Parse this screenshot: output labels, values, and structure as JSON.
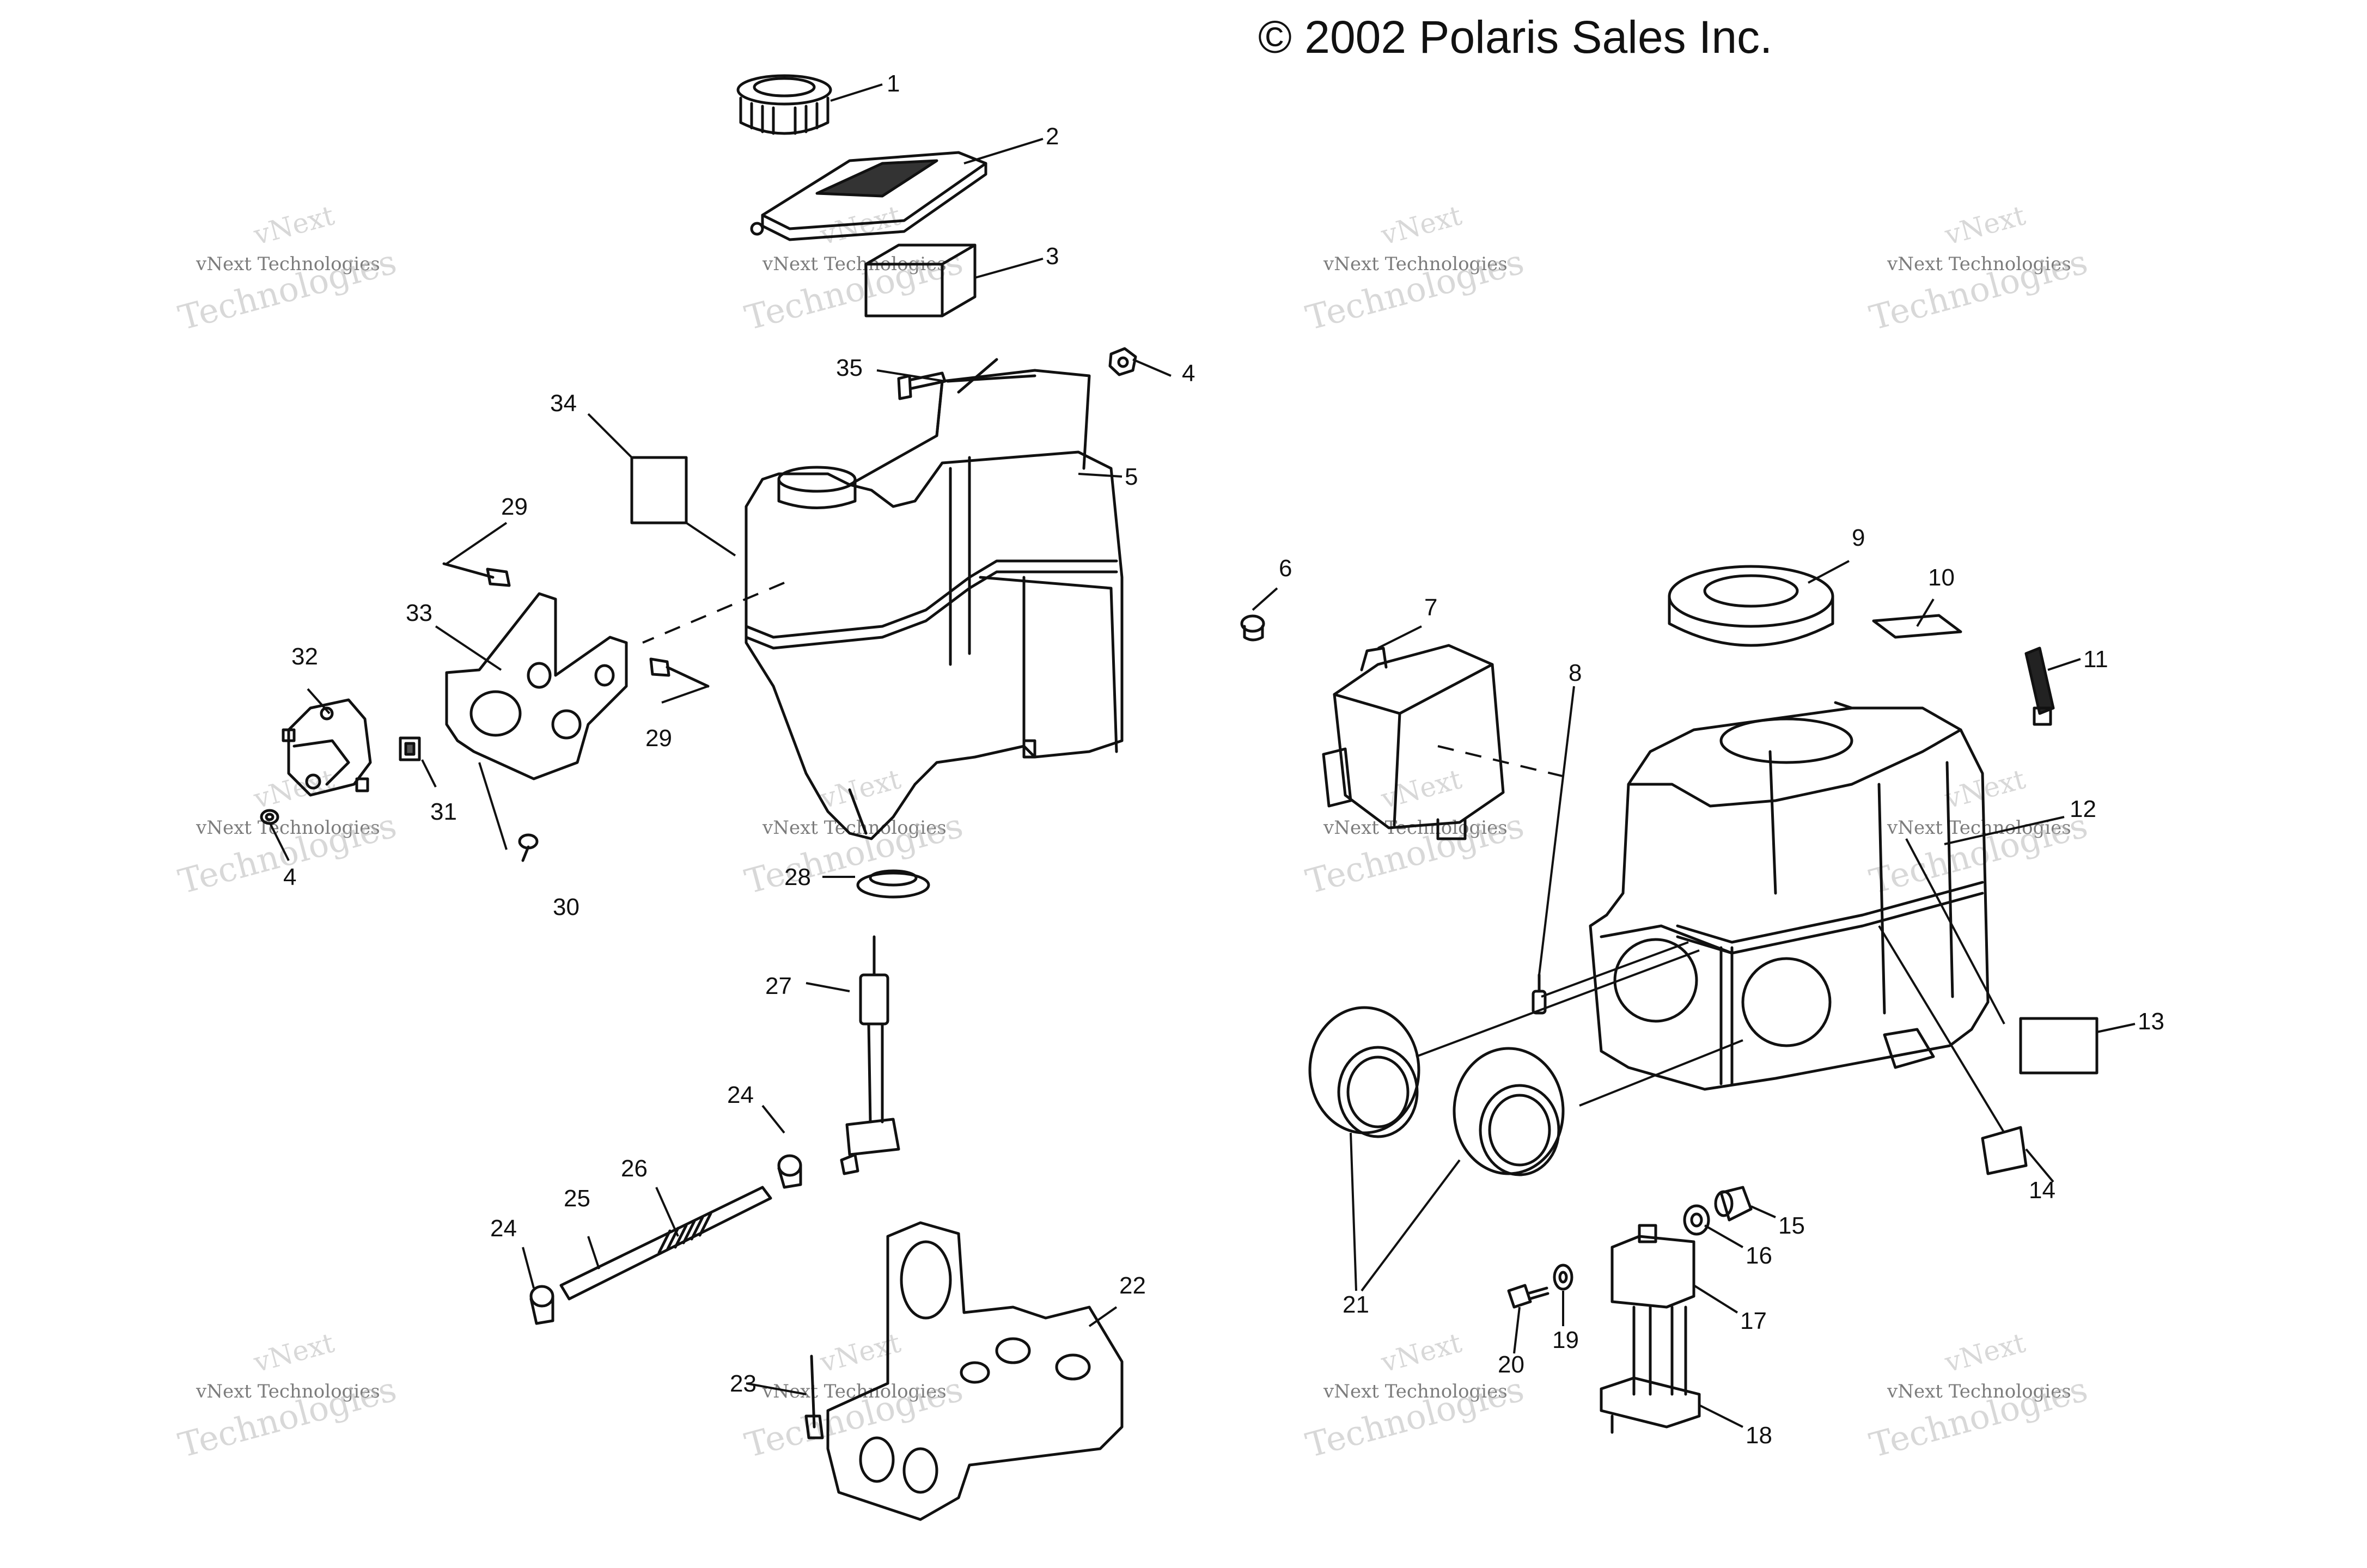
{
  "copyright": "© 2002 Polaris Sales Inc.",
  "watermark": {
    "top_text": "vNext",
    "small_text": "vNext Technologies",
    "big_text": "Technologies"
  },
  "callouts": [
    "1",
    "2",
    "3",
    "4",
    "5",
    "6",
    "7",
    "8",
    "9",
    "10",
    "11",
    "12",
    "13",
    "14",
    "15",
    "16",
    "17",
    "18",
    "19",
    "20",
    "21",
    "22",
    "23",
    "24",
    "24",
    "25",
    "26",
    "27",
    "28",
    "29",
    "29",
    "30",
    "31",
    "32",
    "33",
    "34",
    "35",
    "4"
  ]
}
